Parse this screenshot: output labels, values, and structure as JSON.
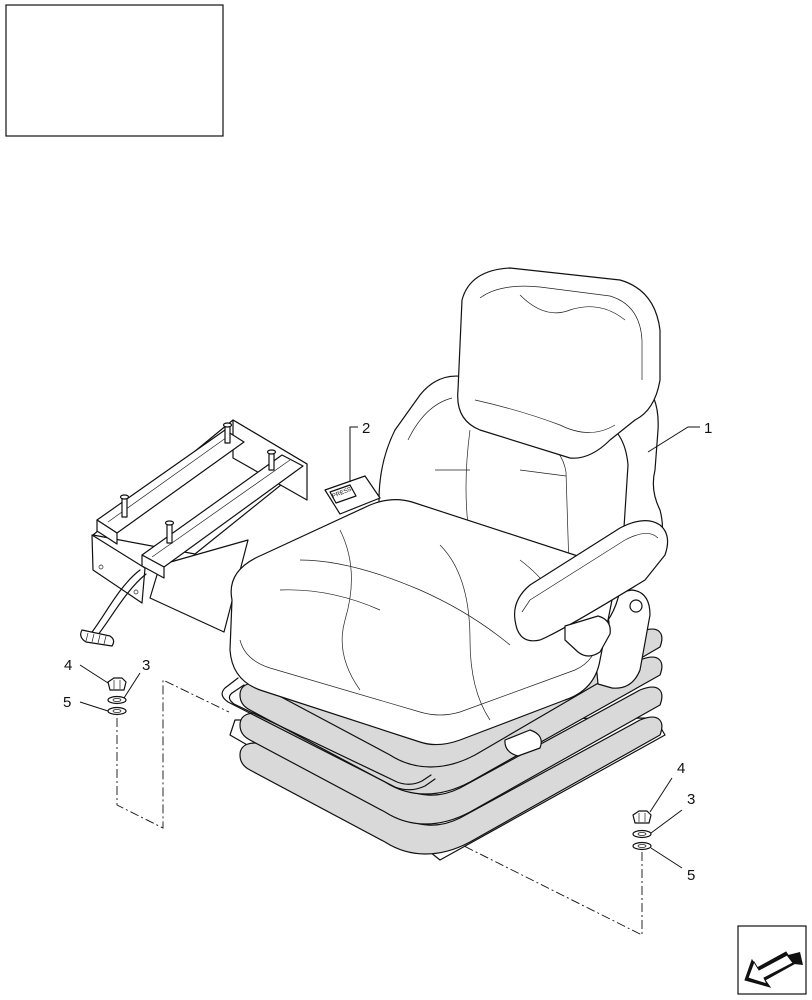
{
  "callouts": {
    "seat": "1",
    "press_knob": "2",
    "washer_left": "3",
    "nut_left": "4",
    "washer2_left": "5",
    "nut_right": "4",
    "washer_right": "3",
    "washer2_right": "5"
  },
  "press_label": "PRESS",
  "icons": {
    "nav_arrow": "arrow-icon"
  }
}
